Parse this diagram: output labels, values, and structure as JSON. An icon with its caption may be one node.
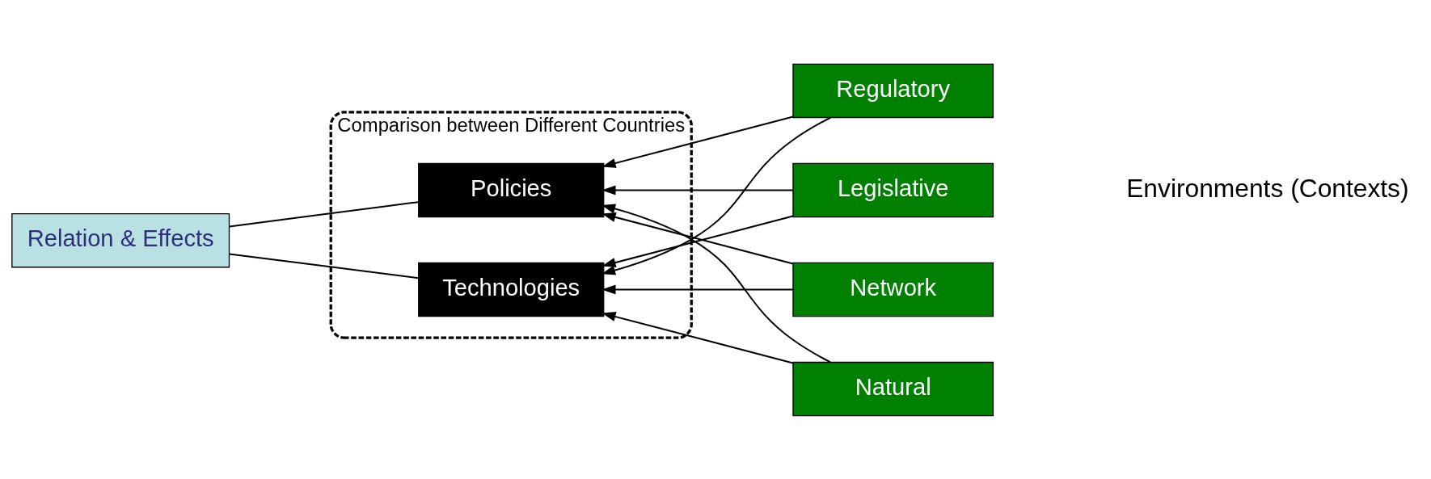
{
  "diagram": {
    "nodes": [
      {
        "text": [
          "Relation & Effects"
        ]
      },
      {
        "text": [
          "Comparison between Different Countries"
        ]
      },
      {
        "text": [
          "Policies"
        ],
        "in": 1
      },
      {
        "text": [
          "Technologies"
        ],
        "in": 1
      },
      {
        "text": [
          "Regulatory"
        ]
      },
      {
        "text": [
          "Legislative"
        ]
      },
      {
        "text": [
          "Network"
        ]
      },
      {
        "text": [
          "Natural"
        ]
      }
    ],
    "edges": [
      {
        "from": 0,
        "to": 2,
        "arrow": "none"
      },
      {
        "from": 0,
        "to": 3,
        "arrow": "none"
      },
      {
        "from": 4,
        "to": 2,
        "arrow": "to"
      },
      {
        "from": 4,
        "to": 3,
        "arrow": "to"
      },
      {
        "from": 5,
        "to": 2,
        "arrow": "to"
      },
      {
        "from": 5,
        "to": 3,
        "arrow": "to"
      },
      {
        "from": 6,
        "to": 2,
        "arrow": "to"
      },
      {
        "from": 6,
        "to": 3,
        "arrow": "to"
      },
      {
        "from": 7,
        "to": 2,
        "arrow": "to"
      },
      {
        "from": 7,
        "to": 3,
        "arrow": "to"
      }
    ],
    "labels": [
      "Environments (Contexts)"
    ]
  }
}
